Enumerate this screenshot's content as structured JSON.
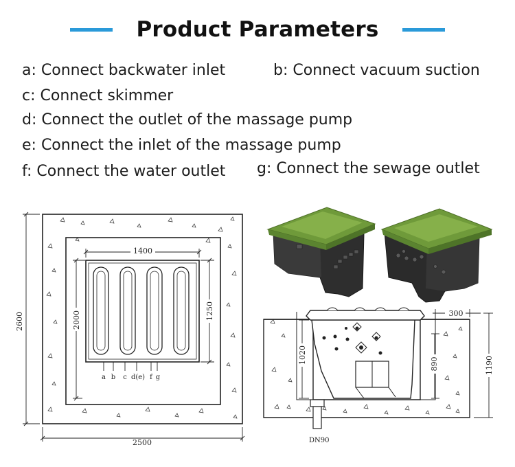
{
  "header": {
    "title": "Product Parameters",
    "accent_color": "#2a9ad9"
  },
  "legend": {
    "a": "a: Connect backwater inlet",
    "b": "b: Connect vacuum suction",
    "c": "c: Connect skimmer",
    "d": "d: Connect the outlet of the massage pump",
    "e": "e: Connect the inlet of the massage pump",
    "f": "f: Connect the water outlet",
    "g": "g: Connect the sewage outlet"
  },
  "plan_view": {
    "outer_height": "2600",
    "outer_width": "2500",
    "inner_width": "1400",
    "inner_height": "2000",
    "pad_height": "1250",
    "port_labels": [
      "a",
      "b",
      "c",
      "d(e)",
      "f",
      "g"
    ]
  },
  "section_view": {
    "pit_width": "300",
    "body_height": "1020",
    "water_height": "890",
    "pit_depth": "1190",
    "drain_label": "DN90"
  },
  "product": {
    "lid_color": "#6f9a3a",
    "body_color": "#2b2b2b"
  }
}
